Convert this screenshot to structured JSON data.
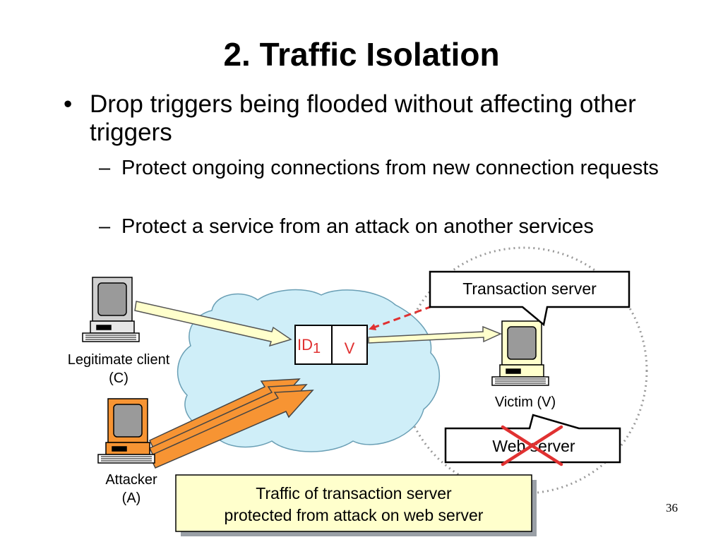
{
  "slide": {
    "title": "2. Traffic Isolation",
    "bullet": "Drop triggers being flooded without affecting other triggers",
    "bullet_marker": "•",
    "sub_marker": "–",
    "sub_bullets": [
      "Protect ongoing connections from new connection requests",
      "Protect a service from an attack on another services"
    ],
    "page_number": "36"
  },
  "diagram": {
    "legit_client_label": "Legitimate client",
    "legit_client_sub": "(C)",
    "attacker_label": "Attacker",
    "attacker_sub": "(A)",
    "victim_label": "Victim (V)",
    "trigger_id": "ID",
    "trigger_id_subscript": "1",
    "trigger_value": "V",
    "transaction_server": "Transaction server",
    "web_server": "Web server",
    "note_line1": "Traffic of transaction server",
    "note_line2": "protected from attack on web server",
    "colors": {
      "cloud": "#cfeef8",
      "attack_arrow": "#f79433",
      "legit_arrow": "#ffffcc",
      "note_bg": "#ffffcc",
      "cross": "#e03131",
      "pointer": "#e03131"
    }
  }
}
